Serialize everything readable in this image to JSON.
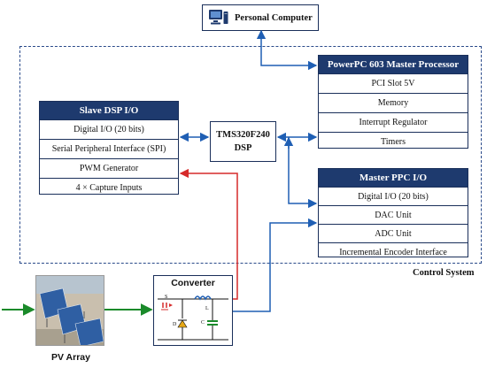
{
  "personal_computer": {
    "label": "Personal Computer",
    "icon": "computer-icon"
  },
  "control_system_label": "Control System",
  "master_processor": {
    "title": "PowerPC 603 Master Processor",
    "rows": [
      "PCI Slot 5V",
      "Memory",
      "Interrupt Regulator",
      "Timers"
    ]
  },
  "slave_dsp_io": {
    "title": "Slave DSP I/O",
    "rows": [
      "Digital I/O (20 bits)",
      "Serial Peripheral Interface (SPI)",
      "PWM Generator",
      "4 × Capture Inputs"
    ]
  },
  "dsp": {
    "line1": "TMS320F240",
    "line2": "DSP"
  },
  "master_ppc_io": {
    "title": "Master PPC I/O",
    "rows": [
      "Digital I/O (20 bits)",
      "DAC Unit",
      "ADC Unit",
      "Incremental Encoder Interface"
    ]
  },
  "converter": {
    "title": "Converter",
    "components": {
      "switch": "S",
      "diode": "D",
      "inductor": "L",
      "capacitor": "C"
    }
  },
  "pv_array": {
    "label": "PV Array",
    "icon": "solar-panel-icon"
  },
  "colors": {
    "navy": "#1e3a6e",
    "link_blue": "#1f5fb4",
    "pwm_red": "#d62a2a",
    "power_green": "#1a8a2a"
  }
}
